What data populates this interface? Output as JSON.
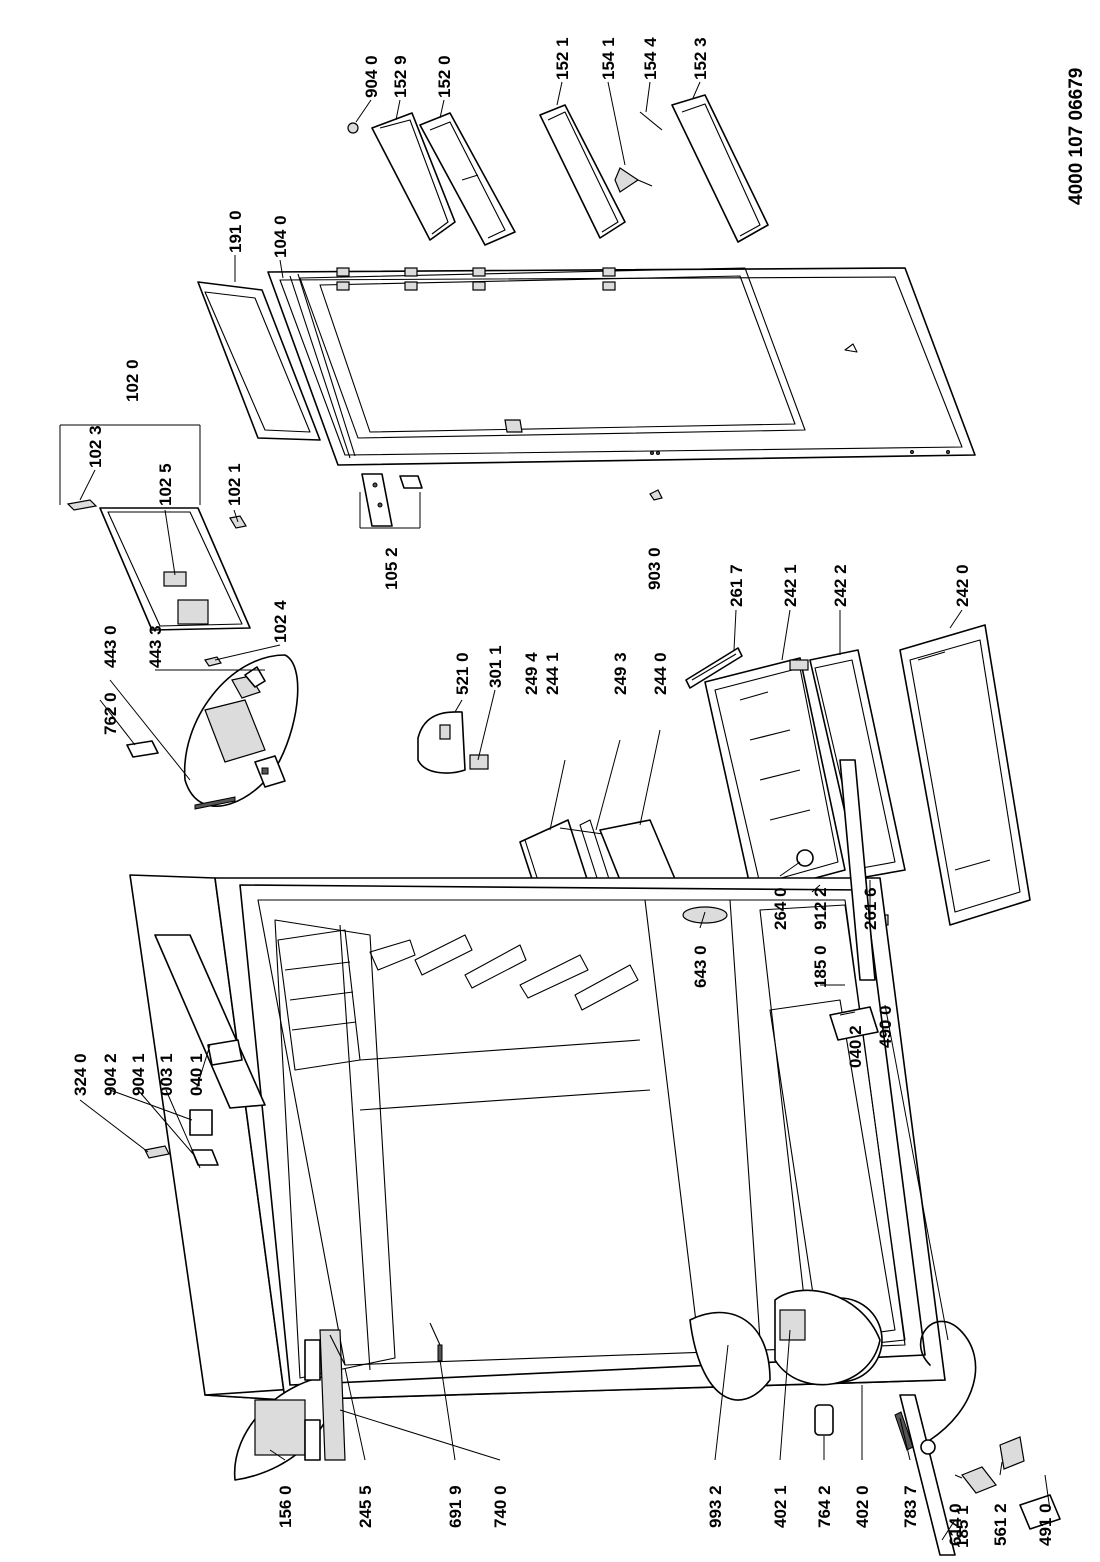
{
  "document_code": "4000 107 06679",
  "labels": {
    "l9040": "904 0",
    "l1529": "152 9",
    "l1520": "152 0",
    "l1521": "152 1",
    "l1541": "154 1",
    "l1544": "154 4",
    "l1523": "152 3",
    "l1910": "191 0",
    "l1040": "104 0",
    "l1020": "102 0",
    "l1023": "102 3",
    "l1025": "102 5",
    "l1021": "102 1",
    "l1052": "105 2",
    "l1024": "102 4",
    "l9030": "903 0",
    "l7620": "762 0",
    "l4430": "443 0",
    "l4433": "443 3",
    "l5210": "521 0",
    "l3011": "301 1",
    "l2494": "249 4",
    "l2441": "244 1",
    "l2493": "249 3",
    "l2440": "244 0",
    "l2617": "261 7",
    "l2421": "242 1",
    "l2422": "242 2",
    "l2420": "242 0",
    "l2640": "264 0",
    "l9122": "912 2",
    "l2616": "261 6",
    "l3240": "324 0",
    "l9042": "904 2",
    "l9041": "904 1",
    "l0031": "003 1",
    "l0401": "040 1",
    "l6430": "643 0",
    "l1850": "185 0",
    "l0402": "040 2",
    "l4900": "490 0",
    "l1560": "156 0",
    "l2455": "245 5",
    "l6919": "691 9",
    "l7400": "740 0",
    "l9932": "993 2",
    "l4021": "402 1",
    "l7642": "764 2",
    "l4020": "402 0",
    "l7837": "783 7",
    "l6140": "614 0",
    "l5612": "561 2",
    "l4910": "491 0",
    "l1851": "185 1"
  }
}
